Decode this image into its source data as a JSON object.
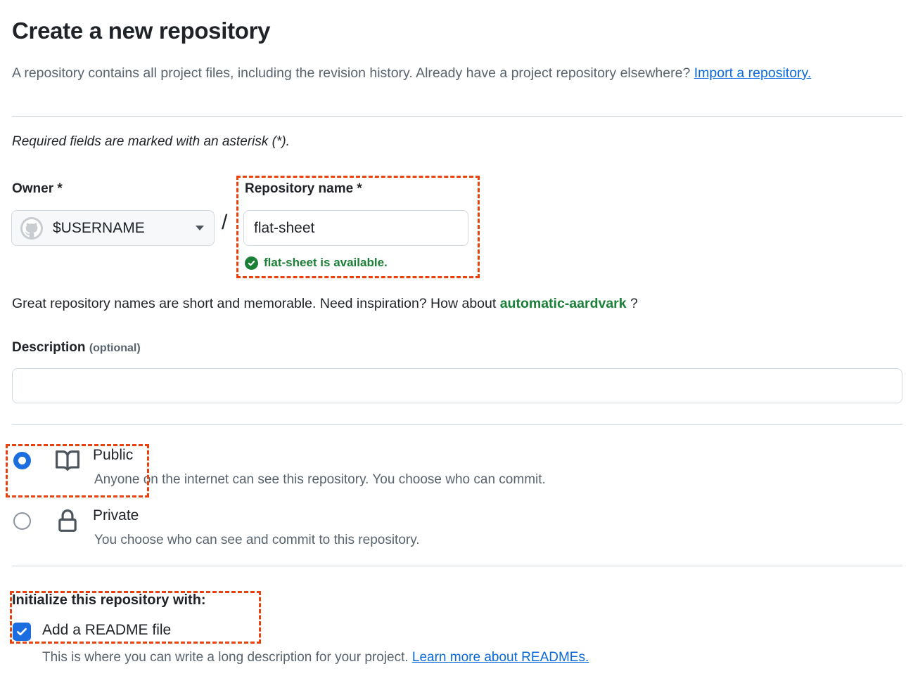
{
  "header": {
    "title": "Create a new repository",
    "intro_before_link": "A repository contains all project files, including the revision history. Already have a project repository elsewhere? ",
    "import_link": "Import a repository.",
    "required_note": "Required fields are marked with an asterisk (*)."
  },
  "owner": {
    "label": "Owner *",
    "avatar_icon": "github-octocat-avatar-icon",
    "selected": "$USERNAME",
    "caret_icon": "chevron-down-icon",
    "separator": "/"
  },
  "repository_name": {
    "label": "Repository name *",
    "value": "flat-sheet",
    "placeholder": "",
    "availability_icon": "check-circle-icon",
    "availability_text": "flat-sheet is available."
  },
  "suggestion": {
    "text_before": "Great repository names are short and memorable. Need inspiration? How about ",
    "name": "automatic-aardvark",
    "text_after": " ?"
  },
  "description": {
    "label": "Description",
    "optional": "(optional)",
    "value": "",
    "placeholder": ""
  },
  "visibility": {
    "options": [
      {
        "id": "public",
        "icon": "repo-book-icon",
        "title": "Public",
        "description": "Anyone on the internet can see this repository. You choose who can commit.",
        "selected": true
      },
      {
        "id": "private",
        "icon": "lock-icon",
        "title": "Private",
        "description": "You choose who can see and commit to this repository.",
        "selected": false
      }
    ]
  },
  "initialize": {
    "title": "Initialize this repository with:",
    "readme": {
      "label": "Add a README file",
      "checked": true,
      "description_before_link": "This is where you can write a long description for your project. ",
      "learn_more_link": "Learn more about READMEs."
    }
  },
  "annotations": {
    "accent_color": "#e8430f",
    "boxes": [
      "repository-name-field",
      "public-visibility-radio",
      "initialize-readme-checkbox"
    ]
  },
  "colors": {
    "link": "#0969da",
    "success": "#1a7f37",
    "accent_blue": "#1c6ee0",
    "muted_text": "#59636e",
    "border": "#d1d9e0",
    "annotation": "#e8430f"
  }
}
